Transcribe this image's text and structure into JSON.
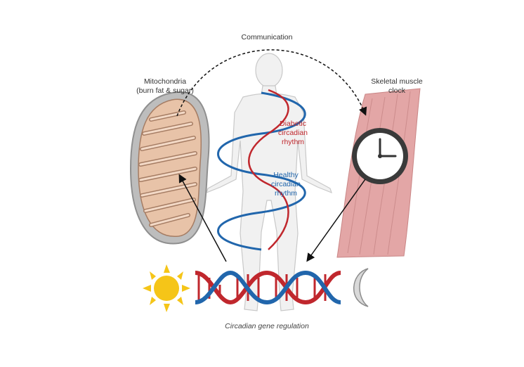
{
  "labels": {
    "communication": "Communication",
    "mitochondria_line1": "Mitochondria",
    "mitochondria_line2": "(burn fat & sugar)",
    "skeletal_line1": "Skeletal muscle",
    "skeletal_line2": "clock",
    "diabetic_line1": "Diabetic",
    "diabetic_line2": "circadian",
    "diabetic_line3": "rhythm",
    "healthy_line1": "Healthy",
    "healthy_line2": "circadian",
    "healthy_line3": "rhythm",
    "gene_regulation": "Circadian gene regulation"
  },
  "colors": {
    "diabetic": "#c0272d",
    "healthy": "#2166ac",
    "sun": "#f5c518",
    "moon": "#d9d9d9",
    "mito_outer": "#9e9e9e",
    "mito_inner": "#e8c3a8",
    "muscle": "#e3a6a6"
  },
  "icons": [
    "human-body-icon",
    "mitochondria-icon",
    "muscle-clock-icon",
    "dna-helix-icon",
    "sun-icon",
    "moon-icon"
  ]
}
